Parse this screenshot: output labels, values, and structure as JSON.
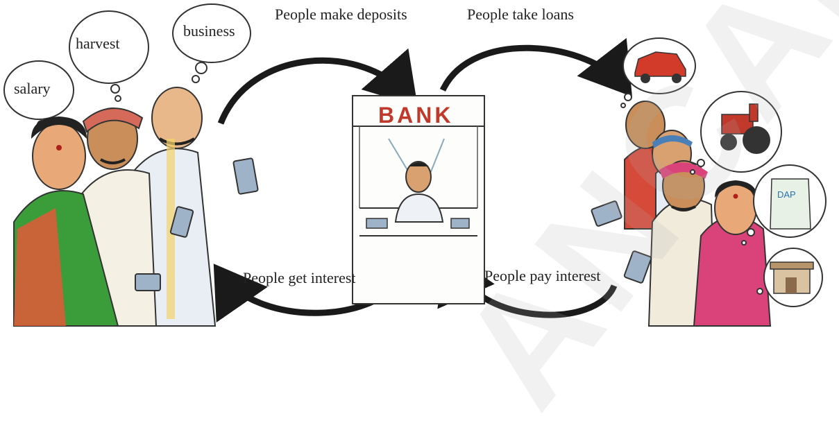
{
  "flow_labels": {
    "deposits": "People make deposits",
    "loans": "People take loans",
    "get_interest": "People get interest",
    "pay_interest": "People pay interest"
  },
  "thought_bubbles": {
    "salary": "salary",
    "harvest": "harvest",
    "business": "business"
  },
  "bank_sign": "BANK",
  "loan_items": {
    "car": "car-icon",
    "tractor": "tractor-icon",
    "fertilizer_bag": "fertilizer-bag-icon",
    "shop": "shop-icon"
  },
  "fertilizer_bag_text": "DAP",
  "watermark": "ANCANA",
  "colors": {
    "arrow": "#1a1a1a",
    "sign": "#c0392b",
    "car": "#d23b2a",
    "tractor": "#c0392b",
    "sari_green": "#3a9d3a",
    "sari_pink": "#d9437a"
  }
}
